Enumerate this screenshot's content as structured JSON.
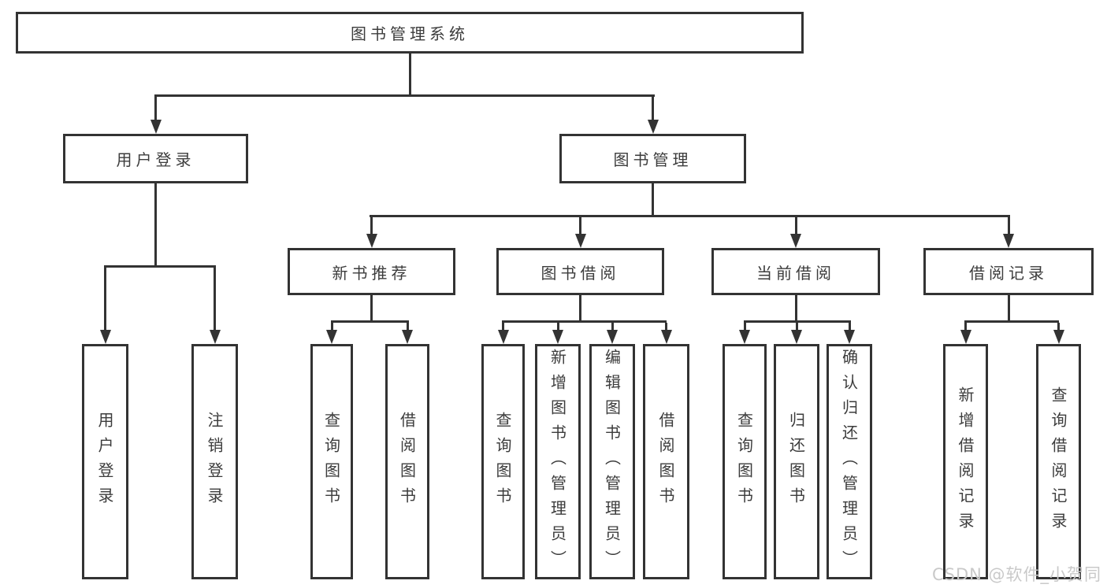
{
  "diagram": {
    "root": {
      "label": "图书管理系统"
    },
    "branches": [
      {
        "label": "用户登录",
        "leaves": [
          {
            "label": "用户登录"
          },
          {
            "label": "注销登录"
          }
        ]
      },
      {
        "label": "图书管理",
        "groups": [
          {
            "label": "新书推荐",
            "leaves": [
              {
                "label": "查询图书"
              },
              {
                "label": "借阅图书"
              }
            ]
          },
          {
            "label": "图书借阅",
            "leaves": [
              {
                "label": "查询图书"
              },
              {
                "label": "新增图书（管理员）"
              },
              {
                "label": "编辑图书（管理员）"
              },
              {
                "label": "借阅图书"
              }
            ]
          },
          {
            "label": "当前借阅",
            "leaves": [
              {
                "label": "查询图书"
              },
              {
                "label": "归还图书"
              },
              {
                "label": "确认归还（管理员）"
              }
            ]
          },
          {
            "label": "借阅记录",
            "leaves": [
              {
                "label": "新增借阅记录"
              },
              {
                "label": "查询借阅记录"
              }
            ]
          }
        ]
      }
    ]
  },
  "watermark": {
    "text": "CSDN @软件_小贺同学"
  },
  "colors": {
    "line": "#333333",
    "text": "#3c3c3c",
    "watermark": "#c9c9c9",
    "background": "#ffffff"
  }
}
